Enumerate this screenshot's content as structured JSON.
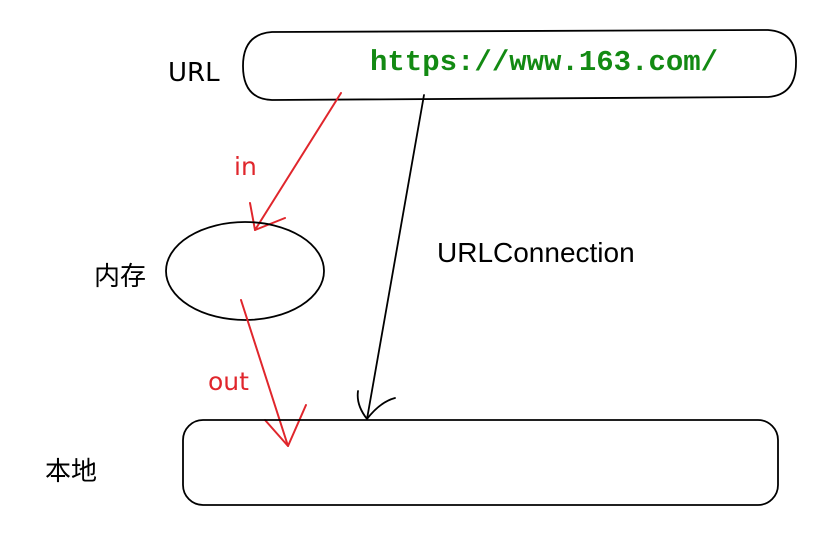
{
  "labels": {
    "url": "URL",
    "url_value": "https://www.163.com/",
    "in": "in",
    "memory": "内存",
    "out": "out",
    "connection": "URLConnection",
    "local": "本地"
  },
  "colors": {
    "arrow_red": "#e0262c",
    "url_green": "#138a13",
    "ink": "#000000"
  }
}
